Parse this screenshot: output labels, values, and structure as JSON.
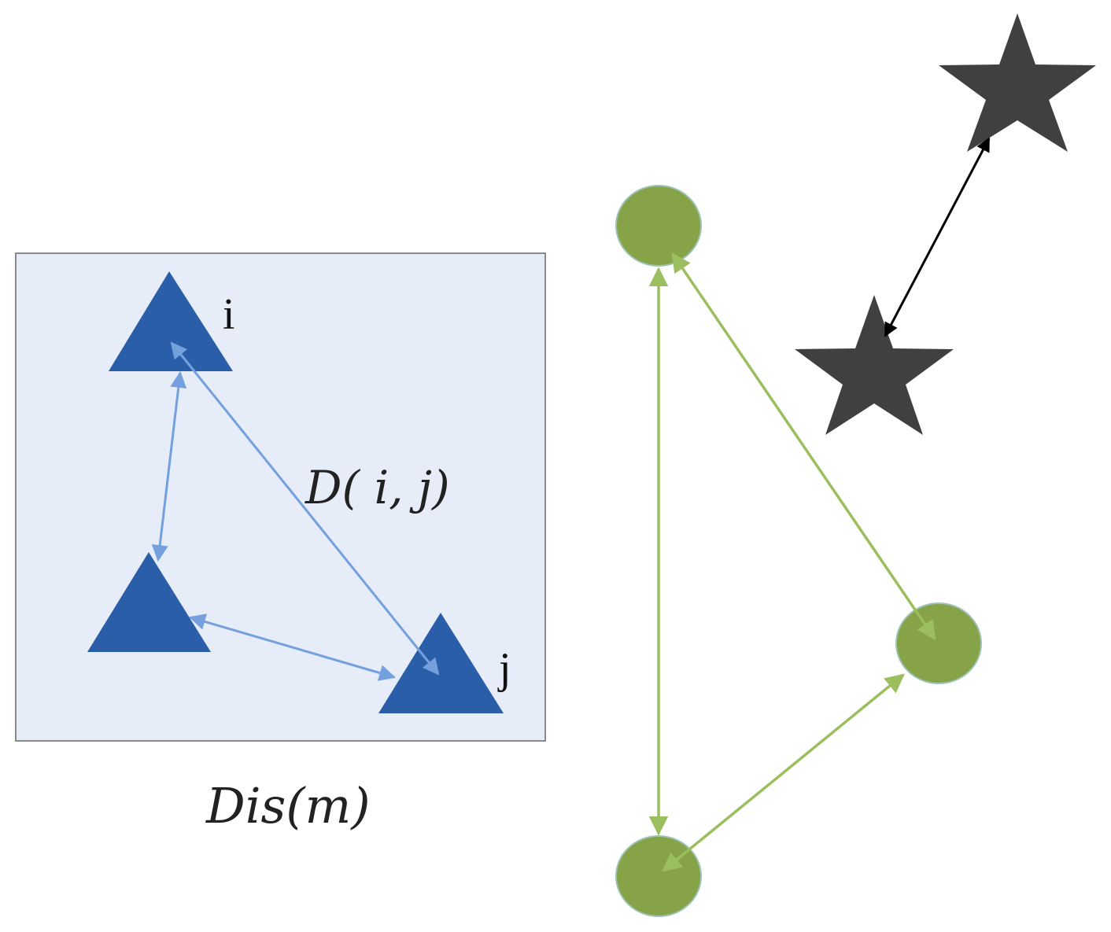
{
  "labels": {
    "node_i": "i",
    "node_j": "j",
    "edge_distance": "D( i, j)",
    "cluster_caption": "Dis(m)"
  },
  "colors": {
    "cluster_box_fill": "#e6edf8",
    "cluster_box_border": "#8a8a8a",
    "triangle_fill": "#2a5ea8",
    "triangle_arrow": "#74a1dd",
    "circle_fill": "#86a447",
    "circle_border": "#9cc3b5",
    "circle_arrow": "#9bbf5e",
    "star_fill": "#404040",
    "star_arrow": "#000000"
  },
  "icons": {
    "triangle": "triangle-node-icon",
    "circle": "circle-node-icon",
    "star": "star-node-icon"
  }
}
